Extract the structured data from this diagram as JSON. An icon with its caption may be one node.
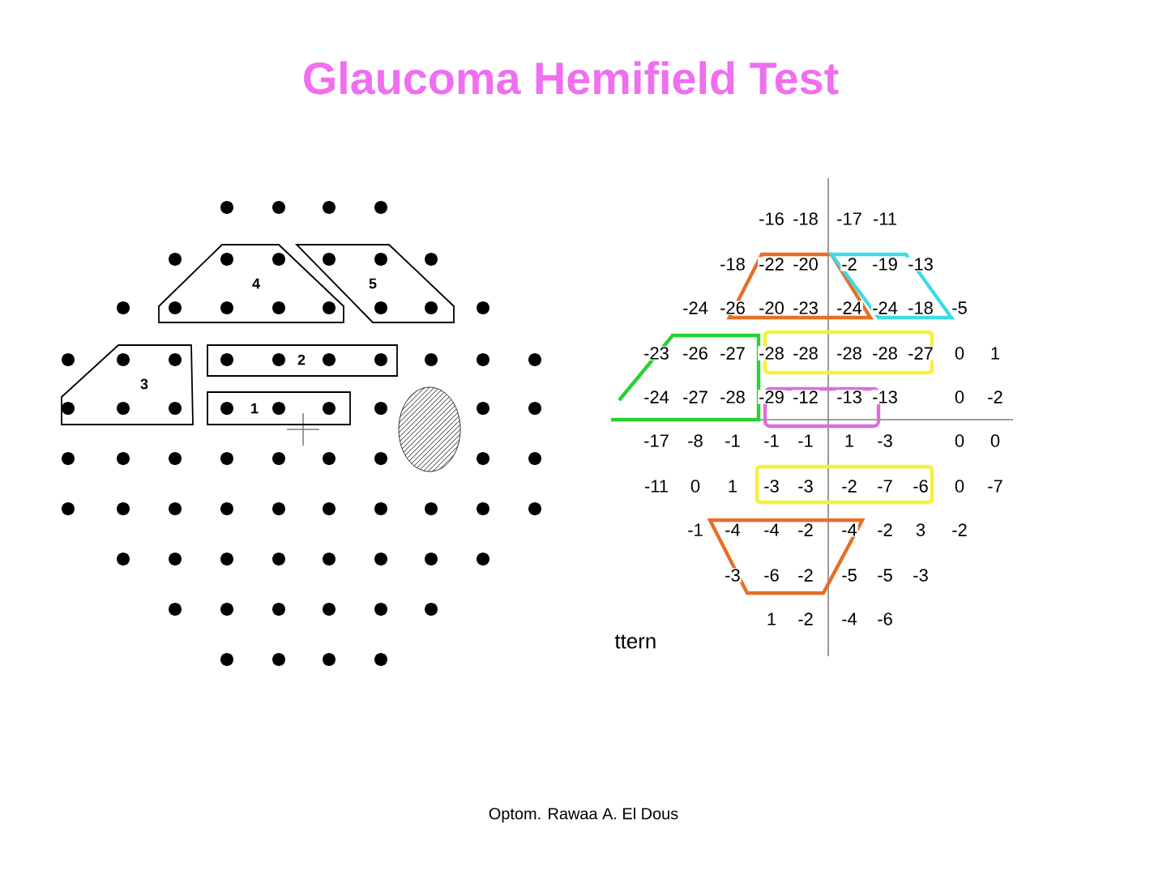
{
  "diagram": {
    "title": "Glaucoma Hemifield Test",
    "nodes": [
      {
        "text": [
          "4"
        ]
      },
      {
        "text": [
          "5"
        ]
      },
      {
        "text": [
          "3"
        ]
      },
      {
        "text": [
          "2"
        ]
      },
      {
        "text": [
          "1"
        ]
      }
    ],
    "labels": [
      "-16",
      "-18",
      "-17",
      "-11",
      "-18",
      "-22",
      "-20",
      "-2",
      "-19",
      "-13",
      "-24",
      "-26",
      "-20",
      "-23",
      "-24",
      "-24",
      "-18",
      "-5",
      "-23",
      "-26",
      "-27",
      "-28",
      "-28",
      "-28",
      "-28",
      "-27",
      "0",
      "1",
      "-24",
      "-27",
      "-28",
      "-29",
      "-12",
      "-13",
      "-13",
      "0",
      "-2",
      "-17",
      "-8",
      "-1",
      "-1",
      "-1",
      "1",
      "-3",
      "0",
      "0",
      "-11",
      "0",
      "1",
      "-3",
      "-3",
      "-2",
      "-7",
      "-6",
      "0",
      "-7",
      "-1",
      "-4",
      "-4",
      "-2",
      "-4",
      "-2",
      "3",
      "-2",
      "-3",
      "-6",
      "-2",
      "-5",
      "-5",
      "-3",
      "1",
      "-2",
      "-4",
      "-6",
      "ttern",
      "Optom. Rawaa A. El Dous"
    ]
  }
}
